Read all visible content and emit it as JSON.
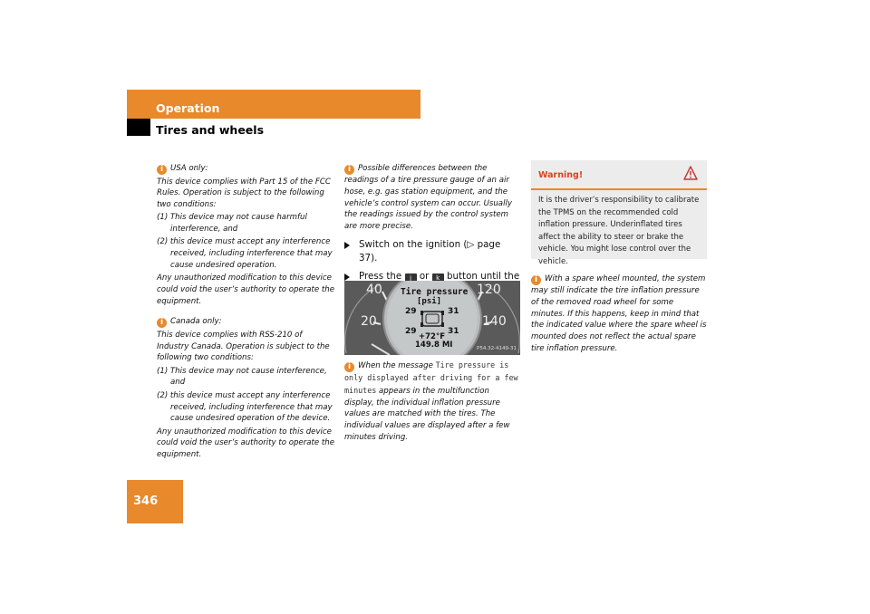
{
  "header": {
    "title": "Operation",
    "subtitle": "Tires and wheels"
  },
  "page_number": "346",
  "col1": {
    "note1_heading": "USA only:",
    "note1_intro": "This device complies with Part 15 of the FCC Rules. Operation is subject to the following two conditions:",
    "note1_cond1": "(1)  This device may not cause harmful interference, and",
    "note1_cond2": "(2)  this device must accept any interference received, including interference that may cause undesired operation.",
    "note1_outro": "Any unauthorized modification to this device could void the user’s authority to operate the equipment.",
    "note2_heading": "Canada only:",
    "note2_intro": "This device complies with RSS-210 of Industry Canada. Operation is subject to the following two conditions:",
    "note2_cond1": "(1)  This device may not cause interference, and",
    "note2_cond2": "(2)  this device must accept any interference received, including interference that may cause undesired operation of the device.",
    "note2_outro": "Any unauthorized modification to this device could void the user’s authority to operate the equipment."
  },
  "col2": {
    "note_top": "Possible differences between the readings of a tire pressure gauge of an air hose, e.g. gas station equipment, and the vehicle’s control system can occur. Usually the readings issued by the control system are more precise.",
    "step1": "Switch on the ignition (▷ page 37).",
    "step2_a": "Press the",
    "step2_b": "or",
    "step2_c": "button until the current inflation pressures for each tire appear in the multifunction display.",
    "btn_j": "j",
    "btn_k": "k",
    "figure": {
      "gauge_left_top": "40",
      "gauge_left_mid": "20",
      "gauge_right_top": "120",
      "gauge_right_mid": "140",
      "display_title": "Tire pressure",
      "display_unit": "[psi]",
      "front_left": "29",
      "front_right": "31",
      "rear_left": "29",
      "rear_right": "31",
      "temperature": "+72°F",
      "odometer": "149.8 MI",
      "figure_code": "P54.32-4149-31"
    },
    "note_bottom_a": "When the message",
    "note_bottom_msg": "Tire pressure is only displayed after driving for a few minutes",
    "note_bottom_b": "appears in the multifunction display, the individual inflation pressure values are matched with the tires. The individual values are displayed after a few minutes driving."
  },
  "col3": {
    "warning_title": "Warning!",
    "warning_text": "It is the driver’s responsibility to calibrate the TPMS on the recommended cold inflation pressure. Underinflated tires affect the ability to steer or brake the vehicle. You might lose control over the vehicle.",
    "note": "With a spare wheel mounted, the system may still indicate the tire inflation pressure of the removed road wheel for some minutes. If this happens, keep in mind that the indicated value where the spare wheel is mounted does not reflect the actual spare tire inflation pressure."
  },
  "icons": {
    "info": "i",
    "warning": "warning-triangle-icon"
  },
  "colors": {
    "accent": "#e8892c",
    "warning_red": "#e04020"
  }
}
